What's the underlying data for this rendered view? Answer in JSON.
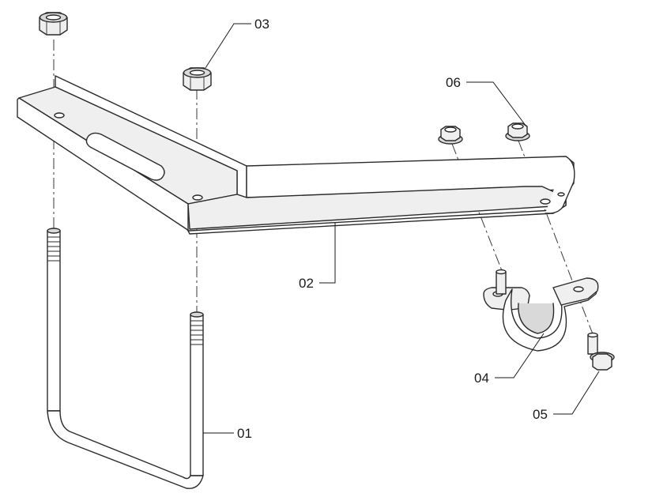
{
  "diagram": {
    "type": "exploded-assembly",
    "background_color": "#ffffff",
    "line_color": "#2a2a2a",
    "callouts": [
      {
        "id": "01",
        "label": "01"
      },
      {
        "id": "02",
        "label": "02"
      },
      {
        "id": "03",
        "label": "03"
      },
      {
        "id": "04",
        "label": "04"
      },
      {
        "id": "05",
        "label": "05"
      },
      {
        "id": "06",
        "label": "06"
      }
    ]
  }
}
